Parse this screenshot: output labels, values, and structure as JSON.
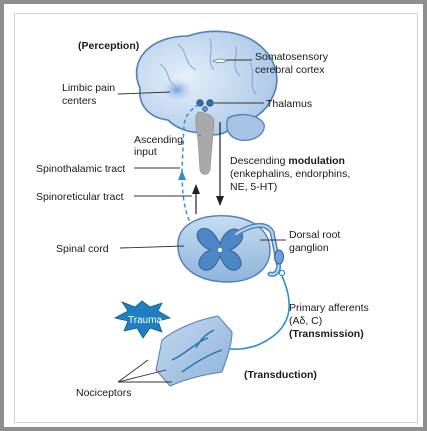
{
  "labels": {
    "perception": "(Perception)",
    "somatosensory_1": "Somatosensory",
    "somatosensory_2": "cerebral cortex",
    "limbic_1": "Limbic pain",
    "limbic_2": "centers",
    "thalamus": "Thalamus",
    "ascending_1": "Ascending",
    "ascending_2": "input",
    "spinothalamic": "Spinothalamic tract",
    "descending_prefix": "Descending ",
    "descending_bold": "modulation",
    "descending_2": "(enkephalins, endorphins,",
    "descending_3": "NE, 5-HT)",
    "spinoreticular": "Spinoreticular tract",
    "spinal_cord": "Spinal cord",
    "dorsal_root_1": "Dorsal root",
    "dorsal_root_2": "ganglion",
    "primary_1": "Primary afferents",
    "primary_2": "(Aδ, C)",
    "transmission": "(Transmission)",
    "trauma": "Trauma",
    "transduction": "(Transduction)",
    "nociceptors": "Nociceptors"
  },
  "colors": {
    "frame": "#8e8e8e",
    "brain_fill": "#bcd4ee",
    "brain_stroke": "#4d7fb8",
    "spinal_fill": "#a9c8e6",
    "gray_matter": "#4d86c4",
    "fiber": "#2e8fd0",
    "trauma": "#1e7fc2",
    "skin": "#a8c4e2",
    "brainstem": "#a9a9a9"
  }
}
